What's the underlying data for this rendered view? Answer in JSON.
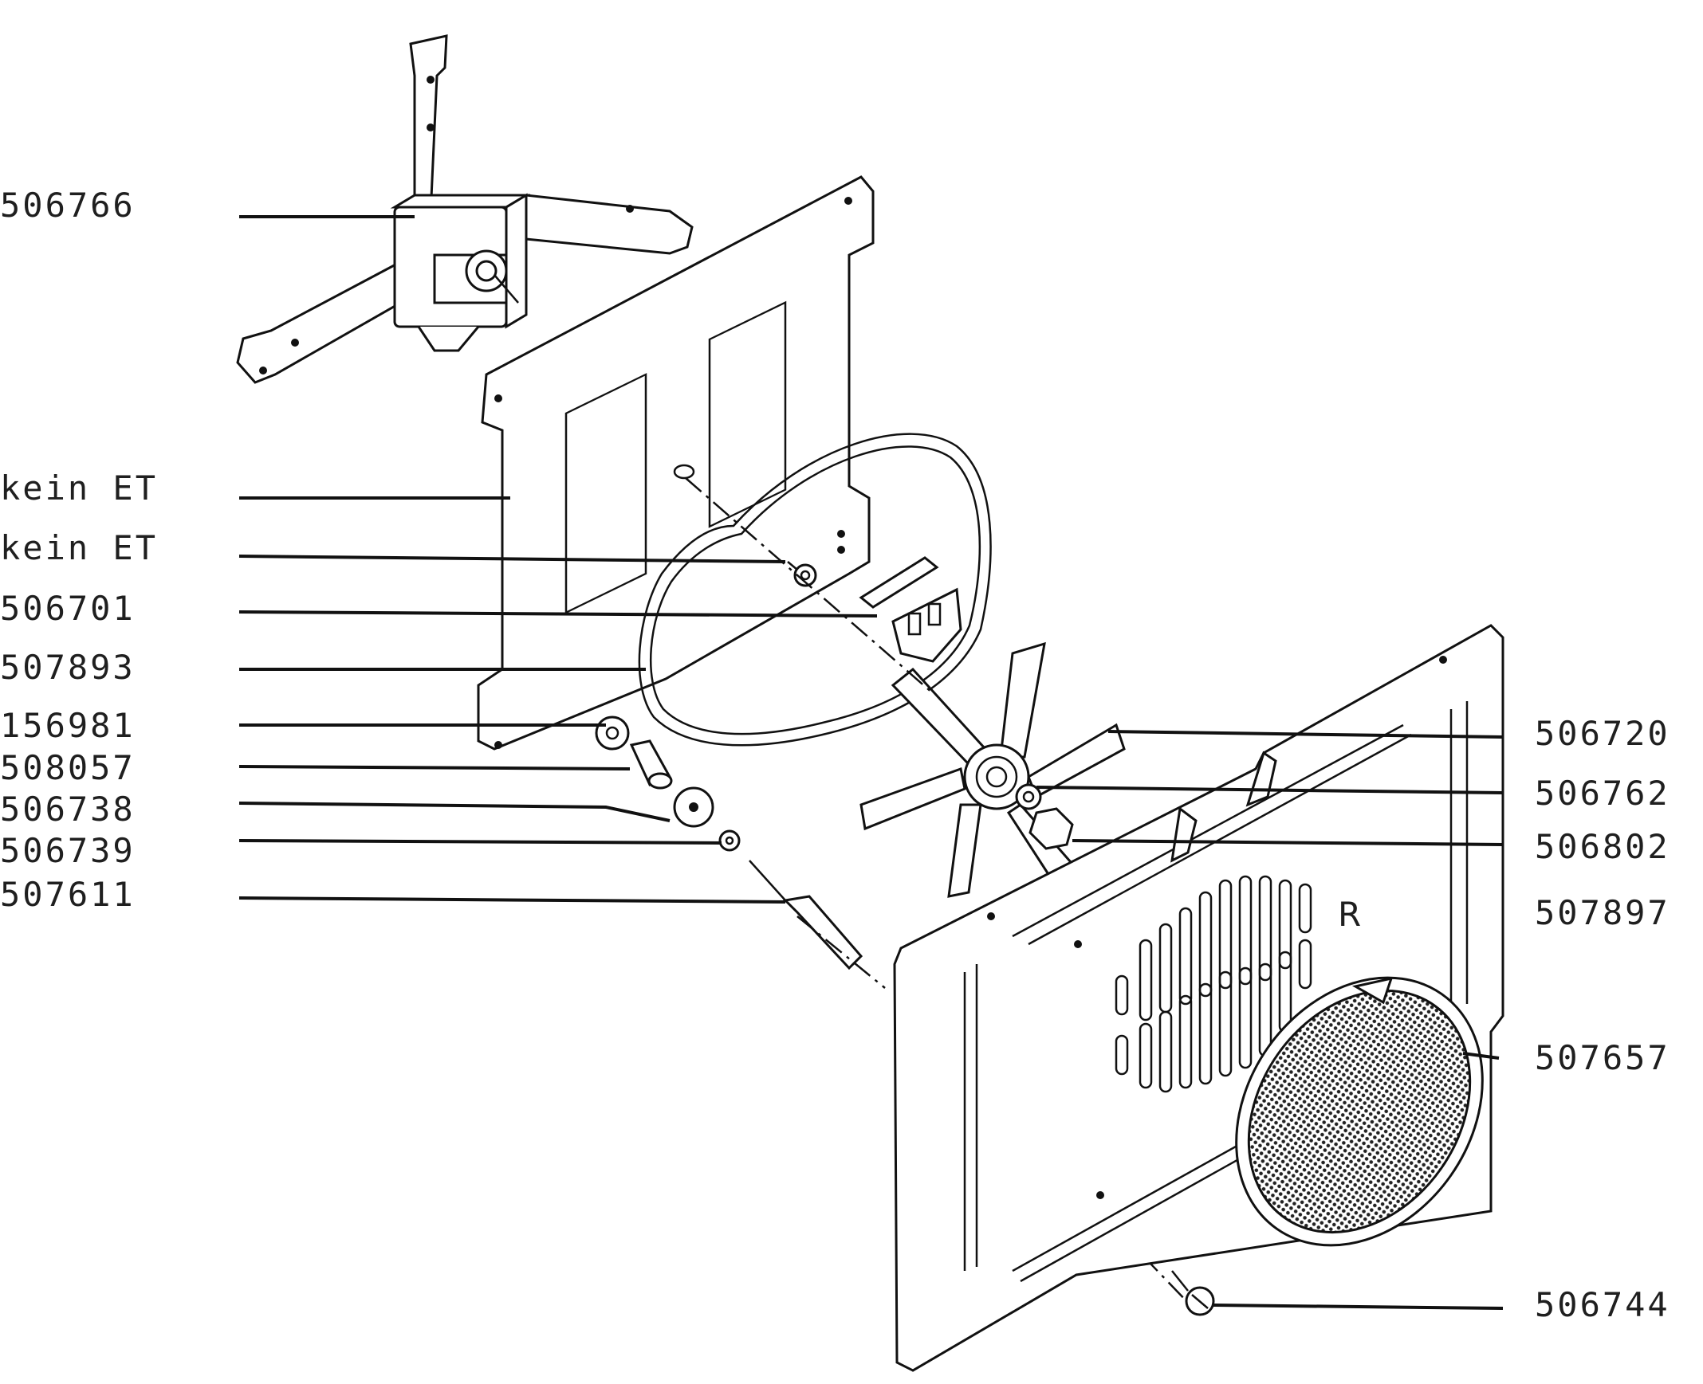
{
  "diagram": {
    "parts_left": [
      {
        "id": "motor",
        "part_no": "506766"
      },
      {
        "id": "rear-plate",
        "part_no": "kein ET"
      },
      {
        "id": "screw-a",
        "part_no": "kein ET"
      },
      {
        "id": "terminal",
        "part_no": "506701"
      },
      {
        "id": "heating-element",
        "part_no": "507893"
      },
      {
        "id": "washer",
        "part_no": "156981"
      },
      {
        "id": "bushing",
        "part_no": "508057"
      },
      {
        "id": "disc",
        "part_no": "506738"
      },
      {
        "id": "small-washer",
        "part_no": "506739"
      },
      {
        "id": "bolt",
        "part_no": "507611"
      }
    ],
    "parts_right": [
      {
        "id": "fan-wheel",
        "part_no": "506720"
      },
      {
        "id": "fan-washer",
        "part_no": "506762"
      },
      {
        "id": "fan-nut",
        "part_no": "506802"
      },
      {
        "id": "front-cover",
        "part_no": "507897"
      },
      {
        "id": "grease-filter",
        "part_no": "507657"
      },
      {
        "id": "cover-screw",
        "part_no": "506744"
      }
    ],
    "panel_mark": "R"
  }
}
